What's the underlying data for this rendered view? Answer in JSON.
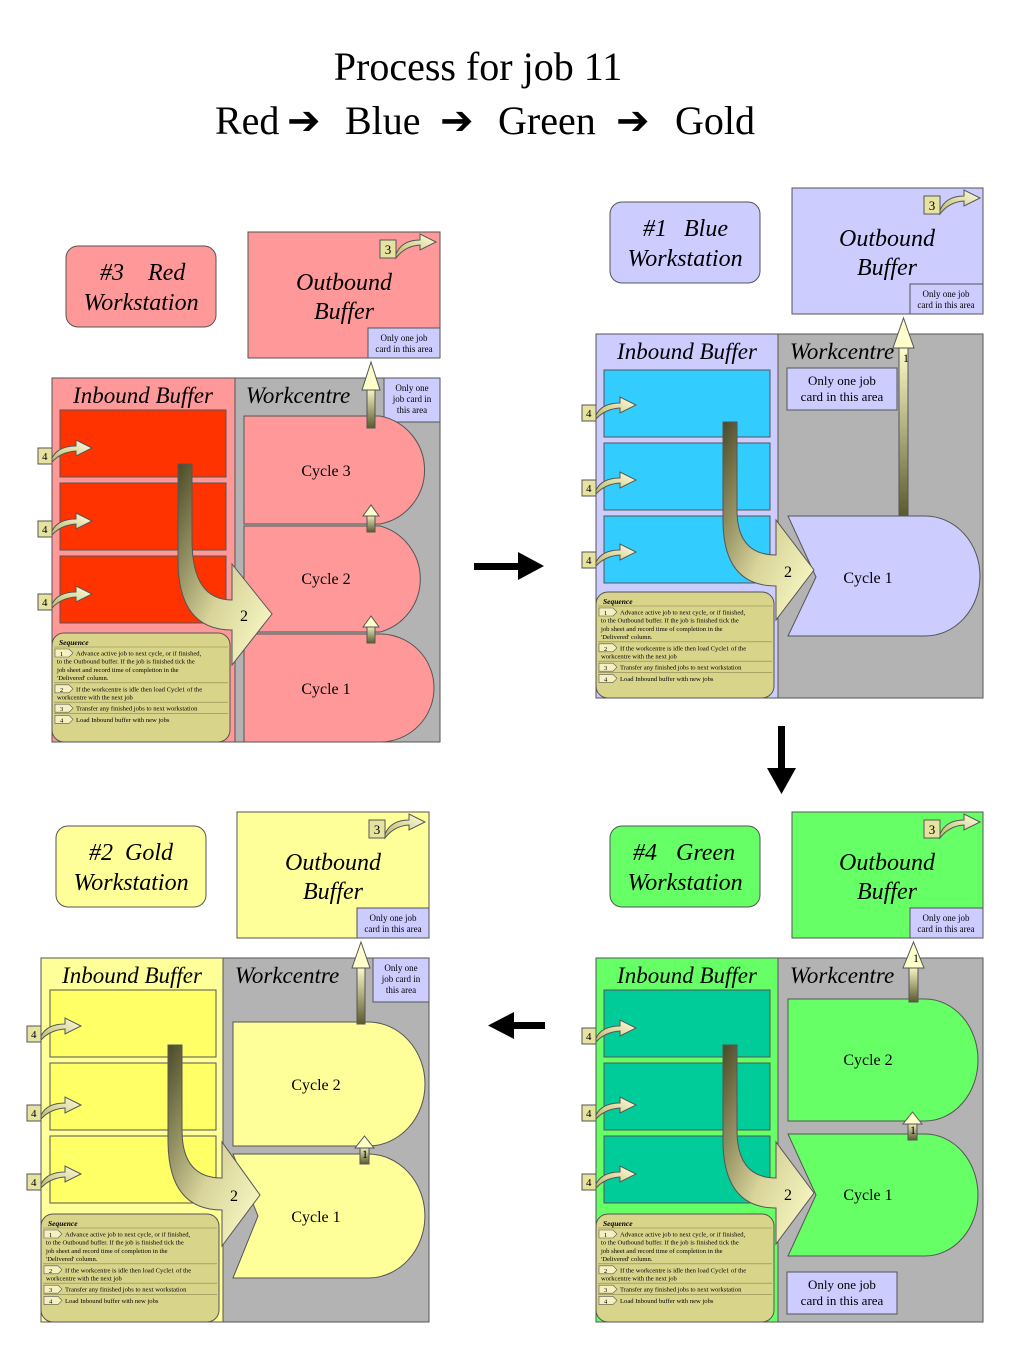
{
  "title": {
    "line1": "Process for job 11",
    "sequence": [
      "Red",
      "Blue",
      "Green",
      "Gold"
    ]
  },
  "common": {
    "inbound_label": "Inbound Buffer",
    "workcentre_label": "Workcentre",
    "outbound_line1": "Outbound",
    "outbound_line2": "Buffer",
    "note_line1": "Only one job",
    "note_line2": "card in this area",
    "note_short": [
      "Only one",
      "job card in",
      "this area"
    ],
    "sequence_heading": "Sequence",
    "steps": [
      {
        "num": "1",
        "lines": [
          "Advance active job to next cycle, or if finished,",
          "to the Outbound buffer.  If the job is finished tick the",
          "job sheet and record time of completion in the",
          "'Delivered' column."
        ]
      },
      {
        "num": "2",
        "lines": [
          "If the workcentre is idle then load Cycle1 of the",
          "workcentre with the next job"
        ]
      },
      {
        "num": "3",
        "lines": [
          "Transfer any finished jobs to next workstation"
        ]
      },
      {
        "num": "4",
        "lines": [
          "Load Inbound buffer with new jobs"
        ]
      }
    ],
    "badges": {
      "advance": "1",
      "load": "2",
      "transfer": "3",
      "inbound": "4"
    }
  },
  "workstations": [
    {
      "id": "red",
      "label_num": "#3",
      "label_name": "Red",
      "label_line2": "Workstation",
      "cycles": [
        "Cycle 3",
        "Cycle 2",
        "Cycle 1"
      ]
    },
    {
      "id": "blue",
      "label_num": "#1",
      "label_name": "Blue",
      "label_line2": "Workstation",
      "cycles": [
        "Cycle 1"
      ]
    },
    {
      "id": "gold",
      "label_num": "#2",
      "label_name": "Gold",
      "label_line2": "Workstation",
      "cycles": [
        "Cycle 2",
        "Cycle 1"
      ]
    },
    {
      "id": "green",
      "label_num": "#4",
      "label_name": "Green",
      "label_line2": "Workstation",
      "cycles": [
        "Cycle 2",
        "Cycle 1"
      ]
    }
  ],
  "colors": {
    "red_out": "#ff9999",
    "red_in": "#ff3300",
    "red_cycle": "#ff9999",
    "blue_out": "#ccccff",
    "blue_in": "#33ccff",
    "blue_cycle": "#ccccff",
    "gold_out": "#ffff99",
    "gold_in": "#ffff66",
    "gold_cycle": "#ffff99",
    "green_out": "#66ff66",
    "green_in": "#00cc99",
    "green_cycle": "#66ff66",
    "workcentre": "#b3b3b3",
    "sequence_box": "#d8d48a",
    "note": "#ccccff",
    "badge": "#e6e2a0",
    "flow_arrow": "#000000"
  }
}
